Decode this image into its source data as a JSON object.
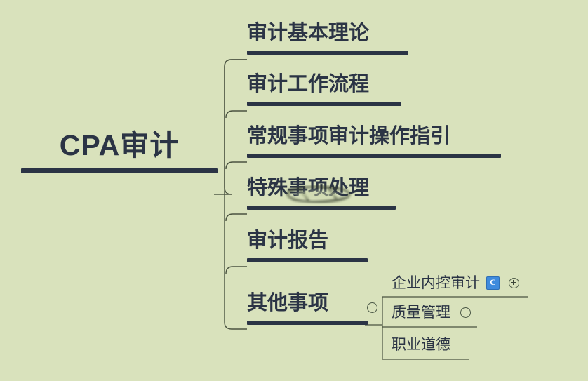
{
  "canvas": {
    "background_color": "#d9e2bc",
    "line_color": "#2b3445",
    "connector_color": "#4a5340"
  },
  "root": {
    "label": "CPA审计"
  },
  "branches": [
    {
      "label": "审计基本理论",
      "underline_width": 230
    },
    {
      "label": "审计工作流程",
      "underline_width": 220
    },
    {
      "label": "常规事项审计操作指引",
      "underline_width": 362
    },
    {
      "label": "特殊事项处理",
      "underline_width": 212
    },
    {
      "label": "审计报告",
      "underline_width": 172
    },
    {
      "label": "其他事项",
      "underline_width": 172
    }
  ],
  "subbranches": [
    {
      "label": "企业内控审计",
      "badge": "C",
      "toggle": "plus"
    },
    {
      "label": "质量管理",
      "badge": "",
      "toggle": "plus"
    },
    {
      "label": "职业道德",
      "badge": "",
      "toggle": ""
    }
  ],
  "toggles": {
    "other_items_collapse": "minus",
    "enterprise_internal_control_expand": "plus",
    "quality_management_expand": "plus"
  },
  "icons": {
    "comment_badge": "comment-badge-c",
    "expand": "plus-circle-icon",
    "collapse": "minus-circle-icon"
  }
}
